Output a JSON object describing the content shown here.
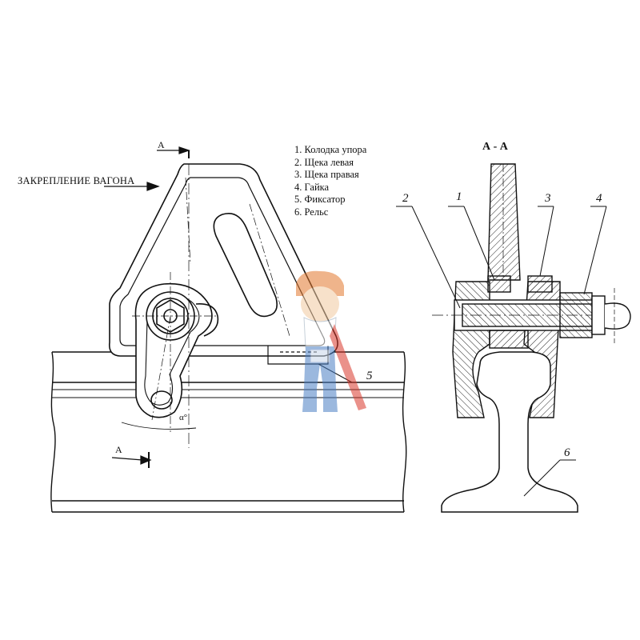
{
  "diagram": {
    "direction_label": "ЗАКРЕПЛЕНИЕ ВАГОНА",
    "section_marker": "А",
    "section_marker_bottom": "А",
    "section_title": "А - А",
    "angle_label": "α°",
    "legend": [
      "1. Колодка упора",
      "2. Щека левая",
      "3. Щека правая",
      "4. Гайка",
      "5. Фиксатор",
      "6. Рельс"
    ],
    "callouts": {
      "n1": "1",
      "n2": "2",
      "n3": "3",
      "n4": "4",
      "n5": "5",
      "n6": "6"
    }
  }
}
